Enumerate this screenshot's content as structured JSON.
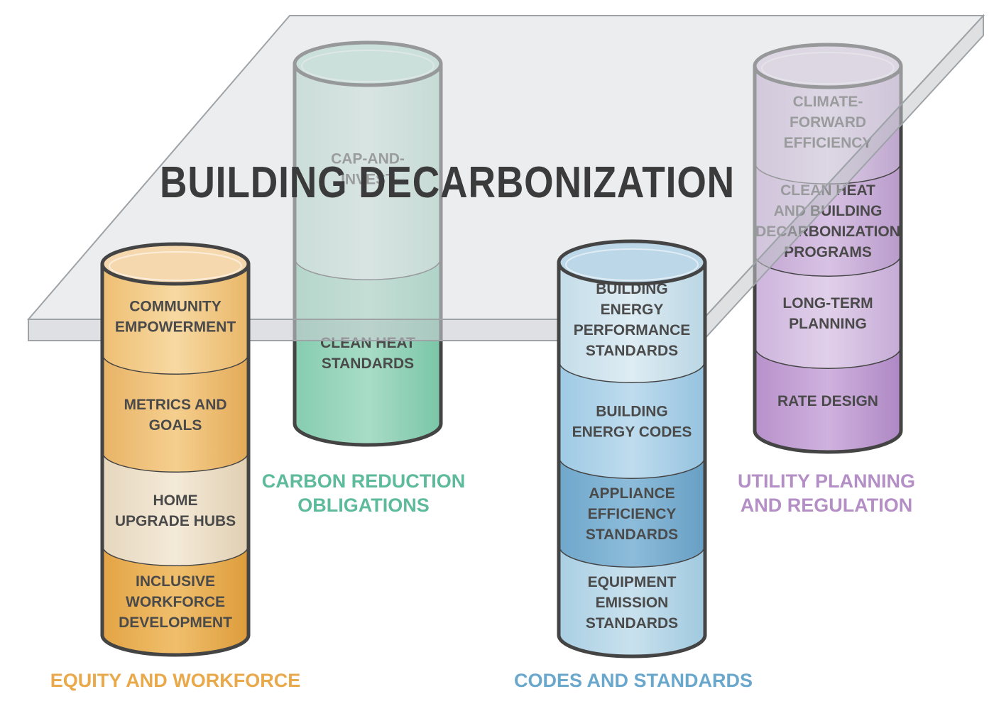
{
  "title": "BUILDING DECARBONIZATION",
  "colors": {
    "equity": "#e9a94a",
    "carbon": "#5dbb9b",
    "codes": "#6aa7cc",
    "utility": "#b48fc6",
    "plane": "#d9dcdf",
    "outline": "#444444"
  },
  "pillars": [
    {
      "label": [
        "EQUITY AND WORKFORCE"
      ],
      "segments": [
        {
          "lines": [
            "COMMUNITY",
            "EMPOWERMENT"
          ]
        },
        {
          "lines": [
            "METRICS AND",
            "GOALS"
          ]
        },
        {
          "lines": [
            "HOME",
            "UPGRADE HUBS"
          ]
        },
        {
          "lines": [
            "INCLUSIVE",
            "WORKFORCE",
            "DEVELOPMENT"
          ]
        }
      ]
    },
    {
      "label": [
        "CARBON REDUCTION",
        "OBLIGATIONS"
      ],
      "segments": [
        {
          "lines": [
            "CAP-AND-",
            "INVEST"
          ]
        },
        {
          "lines": [
            "CLEAN HEAT",
            "STANDARDS"
          ]
        }
      ]
    },
    {
      "label": [
        "CODES AND STANDARDS"
      ],
      "segments": [
        {
          "lines": [
            "BUILDING",
            "ENERGY",
            "PERFORMANCE",
            "STANDARDS"
          ]
        },
        {
          "lines": [
            "BUILDING",
            "ENERGY CODES"
          ]
        },
        {
          "lines": [
            "APPLIANCE",
            "EFFICIENCY",
            "STANDARDS"
          ]
        },
        {
          "lines": [
            "EQUIPMENT",
            "EMISSION",
            "STANDARDS"
          ]
        }
      ]
    },
    {
      "label": [
        "UTILITY PLANNING",
        "AND REGULATION"
      ],
      "segments": [
        {
          "lines": [
            "CLIMATE-",
            "FORWARD",
            "EFFICIENCY"
          ]
        },
        {
          "lines": [
            "CLEAN HEAT",
            "AND BUILDING",
            "DECARBONIZATION",
            "PROGRAMS"
          ]
        },
        {
          "lines": [
            "LONG-TERM",
            "PLANNING"
          ]
        },
        {
          "lines": [
            "RATE DESIGN"
          ]
        }
      ]
    }
  ]
}
